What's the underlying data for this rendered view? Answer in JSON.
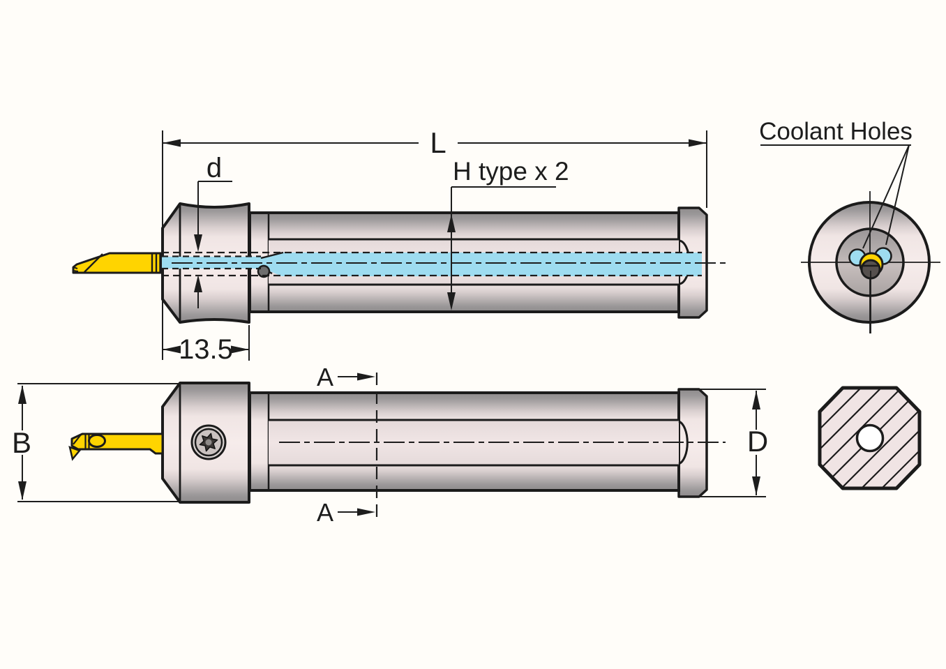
{
  "labels": {
    "overall_length": "L",
    "bore_diameter": "d",
    "coolant_note": "H type x 2",
    "head_length": "13.5",
    "section_marker": "A",
    "overall_height": "B",
    "shank_diameter": "D",
    "coolant_holes": "Coolant Holes"
  },
  "colors": {
    "background": "#fffdf9",
    "ink": "#1d1d1d",
    "outline": "#1b1b1b",
    "metal_dark": "#8e8b8c",
    "metal_mid": "#d9cfcf",
    "metal_light": "#f5ebea",
    "flat_face": "#ece1e1",
    "coolant_blue": "#9edcf0",
    "carbide_yellow": "#ffd400",
    "pin_gray": "#6e6e6e",
    "screw_gray": "#56504e",
    "section_pink": "#f0e4e4",
    "hole_white": "#ffffff"
  }
}
